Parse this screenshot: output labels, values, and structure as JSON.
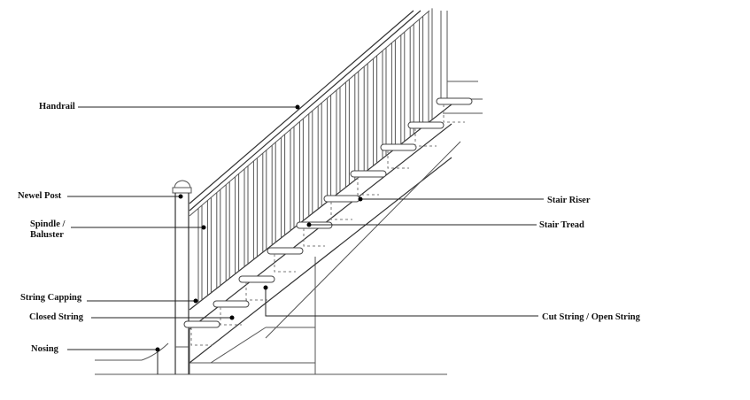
{
  "labels": {
    "handrail": "Handrail",
    "newel_post": "Newel Post",
    "spindle_line1": "Spindle /",
    "spindle_line2": "Baluster",
    "string_capping": "String Capping",
    "closed_string": "Closed String",
    "nosing": "Nosing",
    "stair_riser": "Stair Riser",
    "stair_tread": "Stair Tread",
    "cut_string": "Cut String / Open String"
  },
  "colors": {
    "line": "#555555",
    "text": "#111111",
    "background": "#ffffff"
  }
}
